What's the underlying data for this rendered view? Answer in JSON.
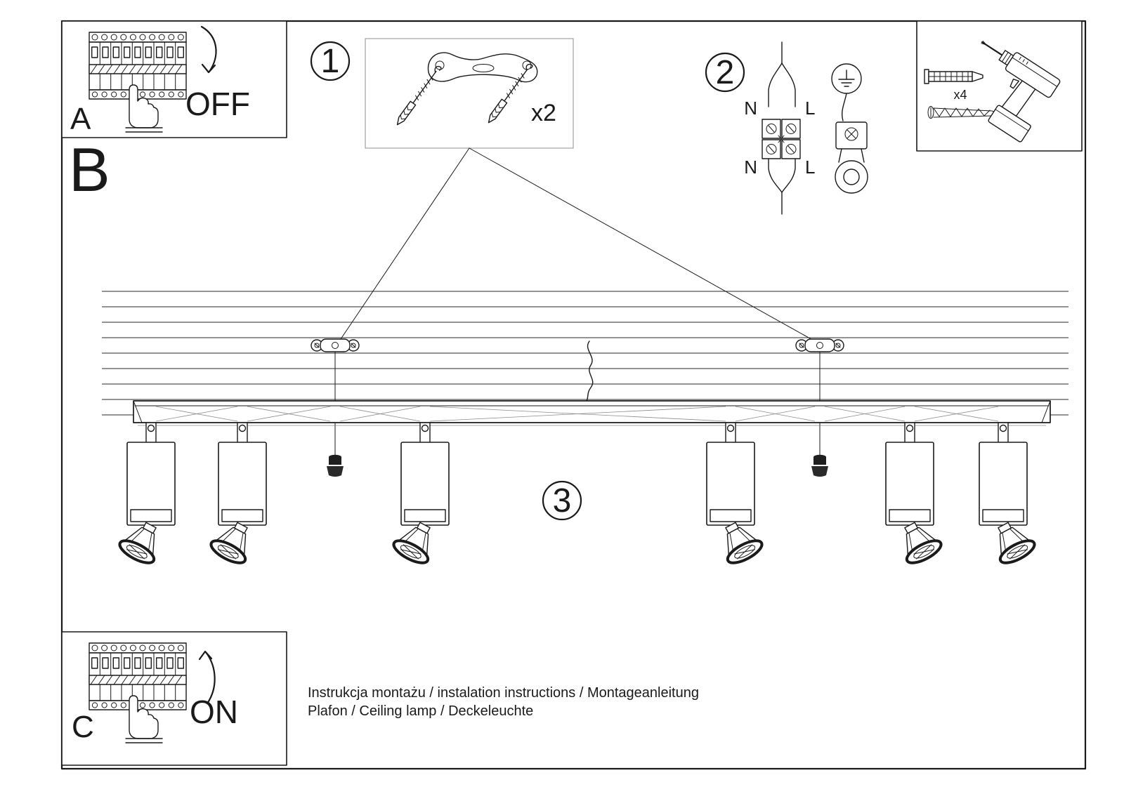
{
  "colors": {
    "ink": "#1a1a1a",
    "paper": "#ffffff"
  },
  "panel_a": {
    "letter": "A",
    "switch_state": "OFF"
  },
  "section_b": {
    "letter": "B"
  },
  "panel_c": {
    "letter": "C",
    "switch_state": "ON"
  },
  "step1": {
    "number": "1",
    "quantity": "x2"
  },
  "step2": {
    "number": "2",
    "top_neutral": "N",
    "top_line": "L",
    "bottom_neutral": "N",
    "bottom_line": "L"
  },
  "step3": {
    "number": "3"
  },
  "tools": {
    "quantity": "x4"
  },
  "footer": {
    "line1": "Instrukcja montażu / instalation instructions / Montageanleitung",
    "line2": "Plafon / Ceiling lamp / Deckeleuchte"
  }
}
